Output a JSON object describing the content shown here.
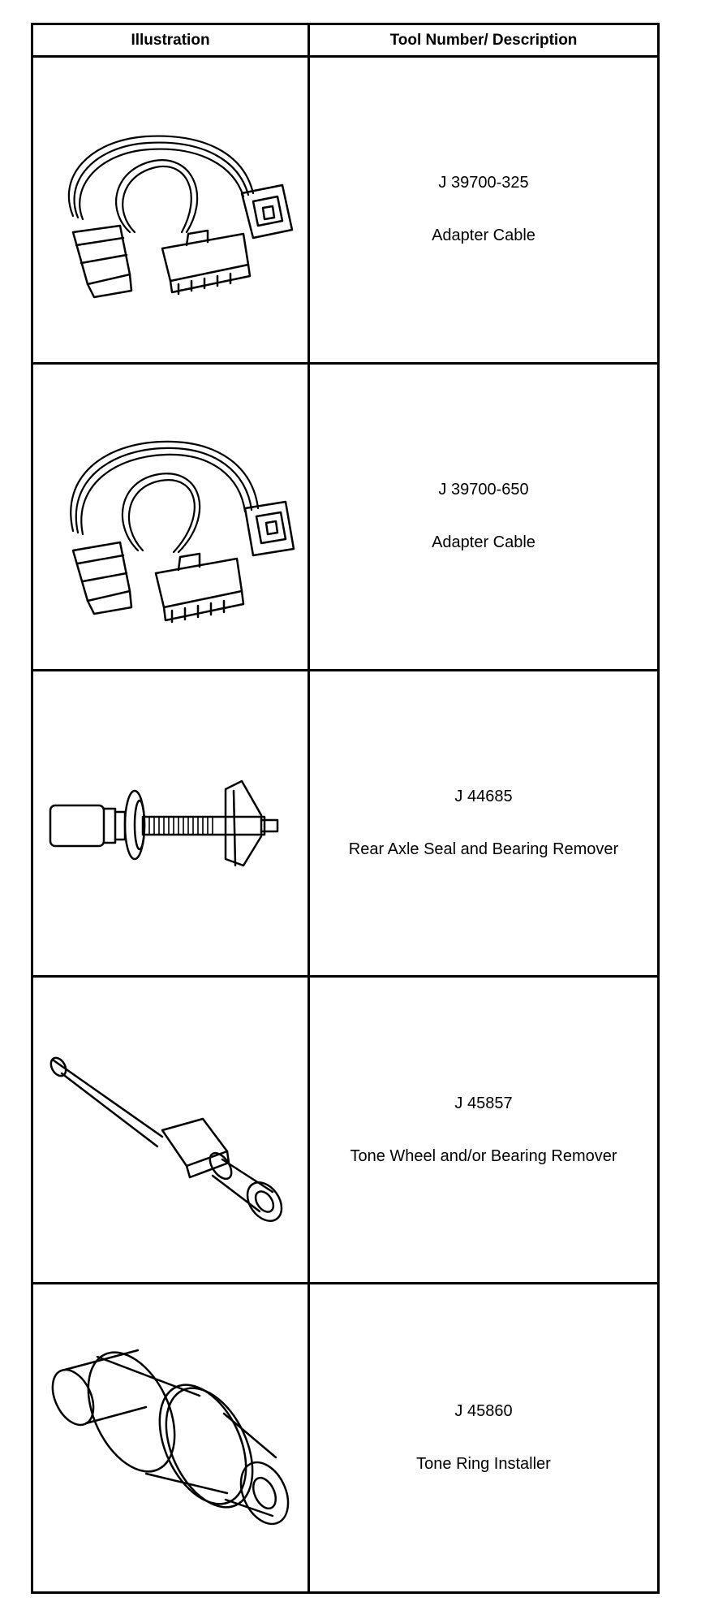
{
  "table": {
    "headers": {
      "illustration": "Illustration",
      "tool": "Tool Number/ Description"
    },
    "rows": [
      {
        "number": "J 39700-325",
        "description": "Adapter Cable",
        "icon": "adapter-cable"
      },
      {
        "number": "J 39700-650",
        "description": "Adapter Cable",
        "icon": "adapter-cable"
      },
      {
        "number": "J 44685",
        "description": "Rear Axle Seal and Bearing Remover",
        "icon": "seal-bearing-remover"
      },
      {
        "number": "J 45857",
        "description": "Tone Wheel and/or Bearing Remover",
        "icon": "tone-wheel-remover"
      },
      {
        "number": "J 45860",
        "description": "Tone Ring Installer",
        "icon": "tone-ring-installer"
      }
    ]
  }
}
